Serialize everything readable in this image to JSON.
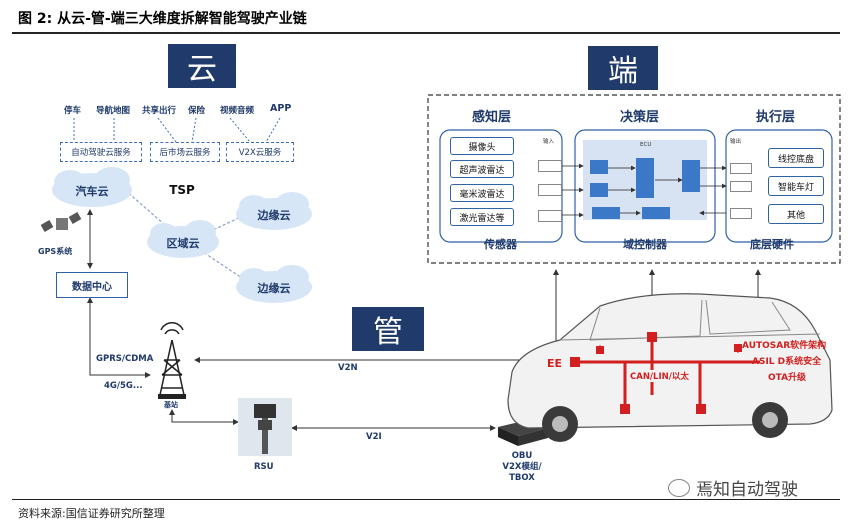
{
  "figure_title": "图 2: 从云-管-端三大维度拆解智能驾驶产业链",
  "source": "资料来源:国信证券研究所整理",
  "watermark": "焉知自动驾驶",
  "cloud": {
    "header": "云",
    "apps": [
      "停车",
      "导航地图",
      "共享出行",
      "保险",
      "视频音频",
      "APP"
    ],
    "services": [
      "自动驾驶云服务",
      "后市场云服务",
      "V2X云服务"
    ],
    "car_cloud": "汽车云",
    "tsp": "TSP",
    "edge_cloud_1": "边缘云",
    "regional_cloud": "区域云",
    "edge_cloud_2": "边缘云",
    "gps": "GPS系统",
    "data_center": "数据中心"
  },
  "pipe": {
    "header": "管",
    "gprs": "GPRS/CDMA",
    "cellular": "4G/5G...",
    "base_station": "基站",
    "v2n": "V2N",
    "v2i": "V2I",
    "rsu": "RSU",
    "obu_lines": [
      "OBU",
      "V2X模组/",
      "TBOX"
    ]
  },
  "end": {
    "header": "端",
    "perception": "感知层",
    "decision": "决策层",
    "execution": "执行层",
    "sensors": [
      "摄像头",
      "超声波雷达",
      "毫米波雷达",
      "激光雷达等"
    ],
    "actuators": [
      "线控底盘",
      "智能车灯",
      "其他"
    ],
    "sensor_label": "传感器",
    "controller_label": "域控制器",
    "hardware_label": "底层硬件",
    "ecu": "ECU",
    "input": "输入",
    "output": "输出",
    "ee": "EE",
    "bus": "CAN/LIN/以太",
    "autosar": "AUTOSAR软件架构",
    "asild": "ASIL D系统安全",
    "ota": "OTA升级"
  }
}
